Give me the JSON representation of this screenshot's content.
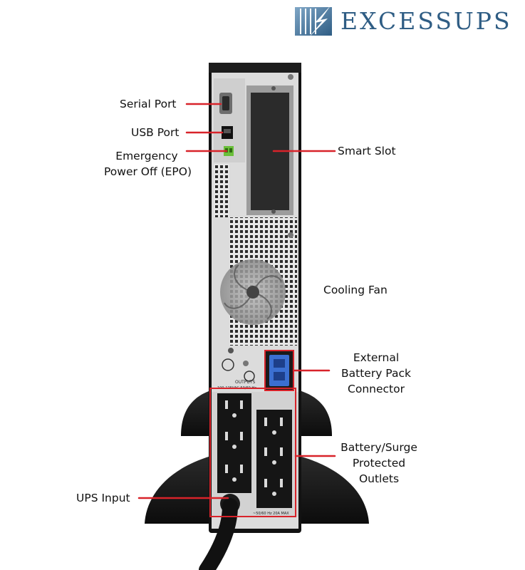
{
  "brand": {
    "name": "EXCESSUPS"
  },
  "labels": {
    "serial_port": "Serial Port",
    "usb_port": "USB Port",
    "epo_line1": "Emergency",
    "epo_line2": "Power Off (EPO)",
    "smart_slot": "Smart Slot",
    "cooling_fan": "Cooling Fan",
    "ext_battery_line1": "External",
    "ext_battery_line2": "Battery Pack",
    "ext_battery_line3": "Connector",
    "outlets_line1": "Battery/Surge",
    "outlets_line2": "Protected",
    "outlets_line3": "Outlets",
    "ups_input": "UPS Input"
  },
  "panel_text": {
    "outputs_title": "OUTPUTS",
    "outputs_spec": "100-125VAC 50/60 Hz",
    "input_spec": "~50/60 Hz 20A MAX"
  },
  "colors": {
    "callout": "#d8232a",
    "brand": "#2f5d84",
    "battery_connector": "#3b6fd1"
  }
}
